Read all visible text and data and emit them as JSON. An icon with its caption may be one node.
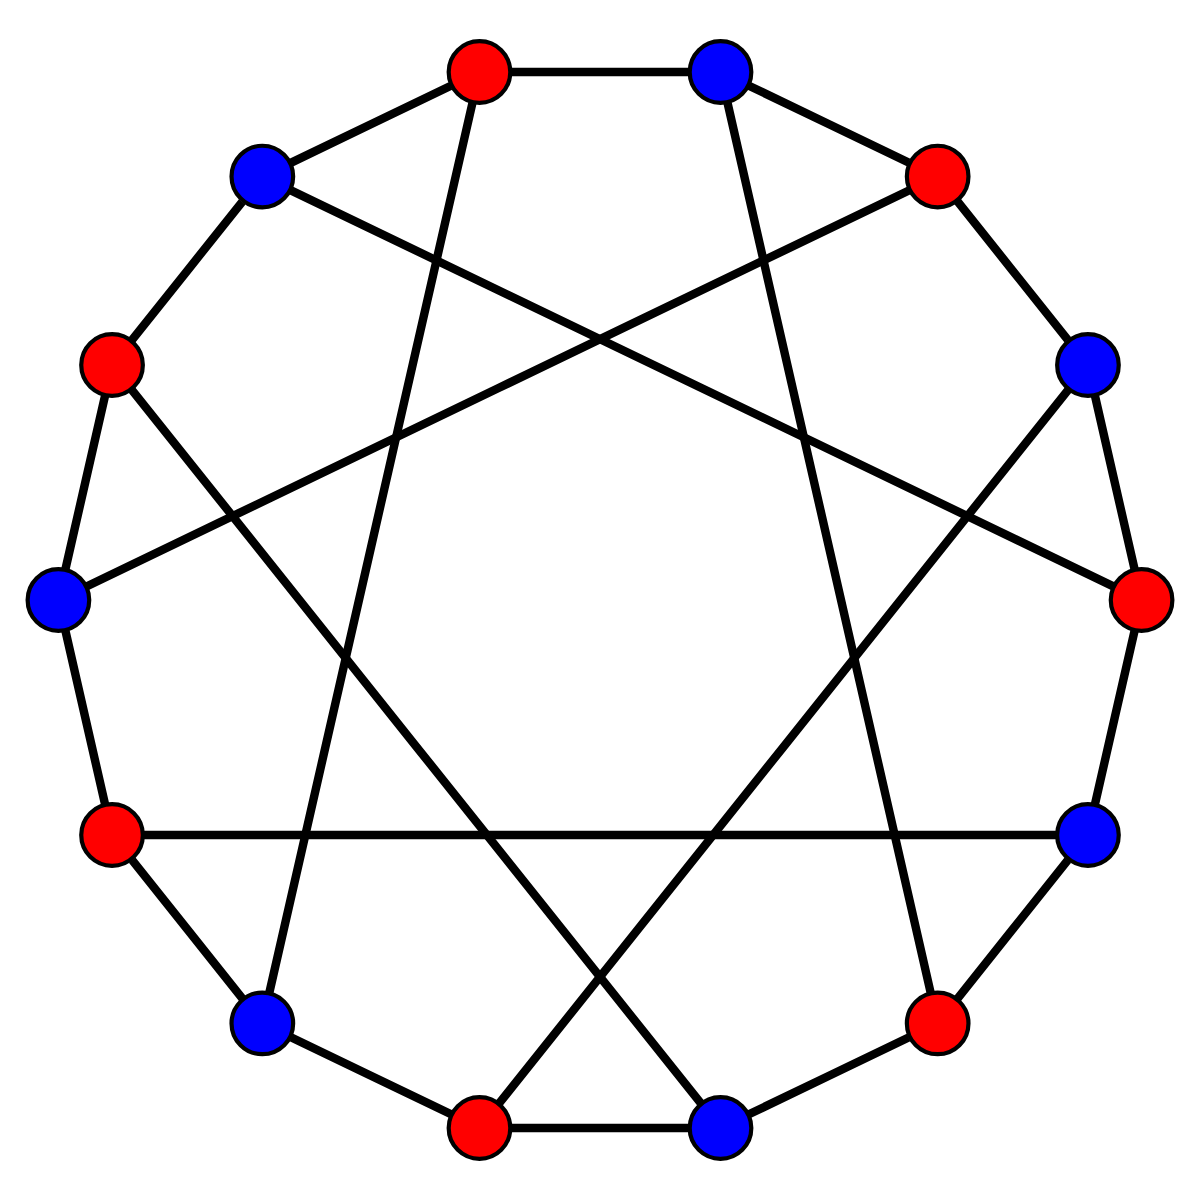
{
  "diagram": {
    "nodes": [
      {
        "text": [],
        "shape": "circle"
      },
      {
        "text": [],
        "shape": "circle"
      },
      {
        "text": [],
        "shape": "circle"
      },
      {
        "text": [],
        "shape": "circle"
      },
      {
        "text": [],
        "shape": "circle"
      },
      {
        "text": [],
        "shape": "circle"
      },
      {
        "text": [],
        "shape": "circle"
      },
      {
        "text": [],
        "shape": "circle"
      },
      {
        "text": [],
        "shape": "circle"
      },
      {
        "text": [],
        "shape": "circle"
      },
      {
        "text": [],
        "shape": "circle"
      },
      {
        "text": [],
        "shape": "circle"
      },
      {
        "text": [],
        "shape": "circle"
      },
      {
        "text": [],
        "shape": "circle"
      }
    ],
    "edges": [
      {
        "from": 0,
        "to": 1,
        "arrow": "none"
      },
      {
        "from": 1,
        "to": 2,
        "arrow": "none"
      },
      {
        "from": 2,
        "to": 3,
        "arrow": "none"
      },
      {
        "from": 3,
        "to": 4,
        "arrow": "none"
      },
      {
        "from": 4,
        "to": 5,
        "arrow": "none"
      },
      {
        "from": 5,
        "to": 6,
        "arrow": "none"
      },
      {
        "from": 6,
        "to": 7,
        "arrow": "none"
      },
      {
        "from": 7,
        "to": 8,
        "arrow": "none"
      },
      {
        "from": 8,
        "to": 9,
        "arrow": "none"
      },
      {
        "from": 9,
        "to": 10,
        "arrow": "none"
      },
      {
        "from": 10,
        "to": 11,
        "arrow": "none"
      },
      {
        "from": 11,
        "to": 12,
        "arrow": "none"
      },
      {
        "from": 12,
        "to": 13,
        "arrow": "none"
      },
      {
        "from": 13,
        "to": 0,
        "arrow": "none"
      },
      {
        "from": 0,
        "to": 5,
        "arrow": "none"
      },
      {
        "from": 2,
        "to": 7,
        "arrow": "none"
      },
      {
        "from": 4,
        "to": 9,
        "arrow": "none"
      },
      {
        "from": 6,
        "to": 11,
        "arrow": "none"
      },
      {
        "from": 8,
        "to": 13,
        "arrow": "none"
      },
      {
        "from": 10,
        "to": 1,
        "arrow": "none"
      },
      {
        "from": 12,
        "to": 3,
        "arrow": "none"
      }
    ]
  }
}
